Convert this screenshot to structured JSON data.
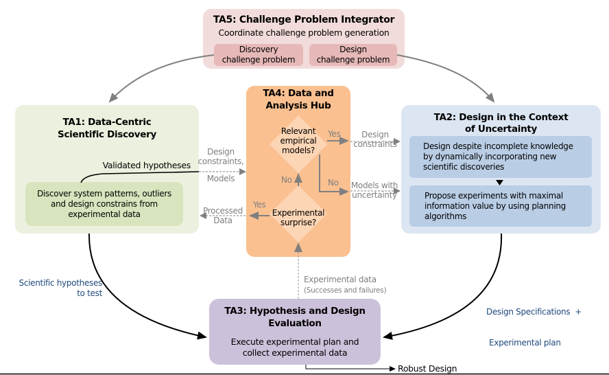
{
  "ta5": {
    "title": "TA5: Challenge Problem Integrator",
    "subtitle": "Coordinate challenge problem generation",
    "discovery_line1": "Discovery",
    "discovery_line2": "challenge problem",
    "design_line1": "Design",
    "design_line2": "challenge problem"
  },
  "ta1": {
    "title_line1": "TA1: Data-Centric",
    "title_line2": "Scientific Discovery",
    "validated_label": "Validated hypotheses",
    "inner_line1": "Discover system patterns, outliers",
    "inner_line2": "and design constrains from",
    "inner_line3": "experimental data"
  },
  "ta4": {
    "title_line1": "TA4: Data and",
    "title_line2": "Analysis Hub",
    "decision1_line1": "Relevant",
    "decision1_line2": "empirical",
    "decision1_line3": "models?",
    "decision2_line1": "Experimental",
    "decision2_line2": "surprise?",
    "yes_top": "Yes",
    "no_right": "No",
    "no_up": "No",
    "yes_left": "Yes"
  },
  "ta2": {
    "title_line1": "TA2: Design in the Context",
    "title_line2": "of Uncertainty",
    "inner1_line1": "Design despite incomplete knowledge",
    "inner1_line2": "by dynamically incorporating new",
    "inner1_line3": "scientific discoveries",
    "inner2_line1": "Propose experiments with maximal",
    "inner2_line2": "information value by using planning",
    "inner2_line3": "algorithms"
  },
  "ta3": {
    "title_line1": "TA3: Hypothesis and Design",
    "title_line2": "Evaluation",
    "body_line1": "Execute experimental plan and",
    "body_line2": "collect experimental data"
  },
  "flows": {
    "to_ta1_line1": "Design",
    "to_ta1_line2": "constraints,",
    "to_ta1_line3": "Models",
    "processed_line1": "Processed",
    "processed_line2": "Data",
    "design_constraints_line1": "Design",
    "design_constraints_line2": "constraints",
    "models_unc_line1": "Models with",
    "models_unc_line2": "uncertainty",
    "exp_data_line1": "Experimental data",
    "exp_data_line2": "(Successes and failures)",
    "sci_hyp_line1": "Scientific hypotheses",
    "sci_hyp_line2": "to test",
    "design_spec_line1": "Design Specifications  +",
    "design_spec_line2": "Experimental plan",
    "robust_design": "Robust Design"
  },
  "colors": {
    "ta5_bg": "#f2dcdb",
    "ta5_inner": "#e6b9b8",
    "ta1_bg": "#ebf1de",
    "ta1_inner": "#d7e4bd",
    "ta4_bg": "#fac090",
    "ta4_diamond": "#fcd5b5",
    "ta2_bg": "#dce6f2",
    "ta2_inner": "#b9cde5",
    "ta3_bg": "#ccc1da",
    "flow_gray": "#7f7f7f",
    "label_blue": "#1f497d"
  }
}
